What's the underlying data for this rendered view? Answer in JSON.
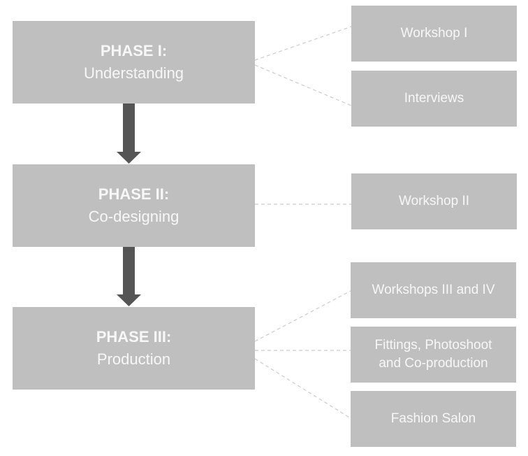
{
  "phases": [
    {
      "title": "PHASE I:",
      "subtitle": "Understanding",
      "activities": [
        "Workshop I",
        "Interviews"
      ]
    },
    {
      "title": "PHASE II:",
      "subtitle": "Co-designing",
      "activities": [
        "Workshop II"
      ]
    },
    {
      "title": "PHASE III:",
      "subtitle": "Production",
      "activities": [
        "Workshops III and IV",
        "Fittings, Photoshoot and Co-production",
        "Fashion Salon"
      ]
    }
  ],
  "colors": {
    "box_fill": "#bfbfbf",
    "text": "#f7f7f7",
    "arrow": "#555555",
    "connector": "#cccccc"
  }
}
